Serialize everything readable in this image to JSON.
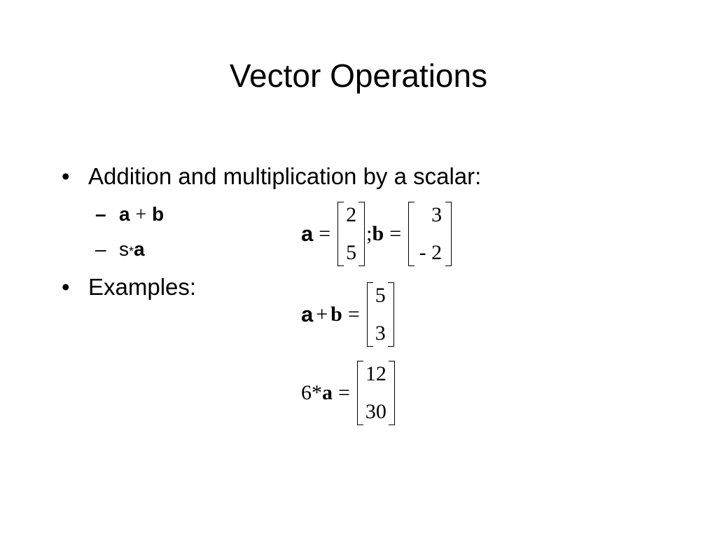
{
  "slide": {
    "title": "Vector Operations",
    "bullets": [
      {
        "marker": "•",
        "text": "Addition and multiplication by a scalar:"
      },
      {
        "marker": "•",
        "text": "Examples:"
      }
    ],
    "sub_bullets": [
      {
        "marker": "–",
        "a": "a",
        "op": "+",
        "b": "b"
      },
      {
        "marker": "–",
        "s": "s",
        "op": "*",
        "a": "a"
      }
    ]
  },
  "equations": {
    "def": {
      "a": "a",
      "eq": "=",
      "a_vec": [
        "2",
        "5"
      ],
      "sep": ";",
      "b": "b",
      "eq2": "=",
      "b_vec": [
        "3",
        "- 2"
      ]
    },
    "sum": {
      "a": "a",
      "plus": "+",
      "b": "b",
      "eq": "=",
      "vec": [
        "5",
        "3"
      ]
    },
    "scale": {
      "scalar": "6",
      "times": "*",
      "a": "a",
      "eq": "=",
      "vec": [
        "12",
        "30"
      ]
    }
  }
}
